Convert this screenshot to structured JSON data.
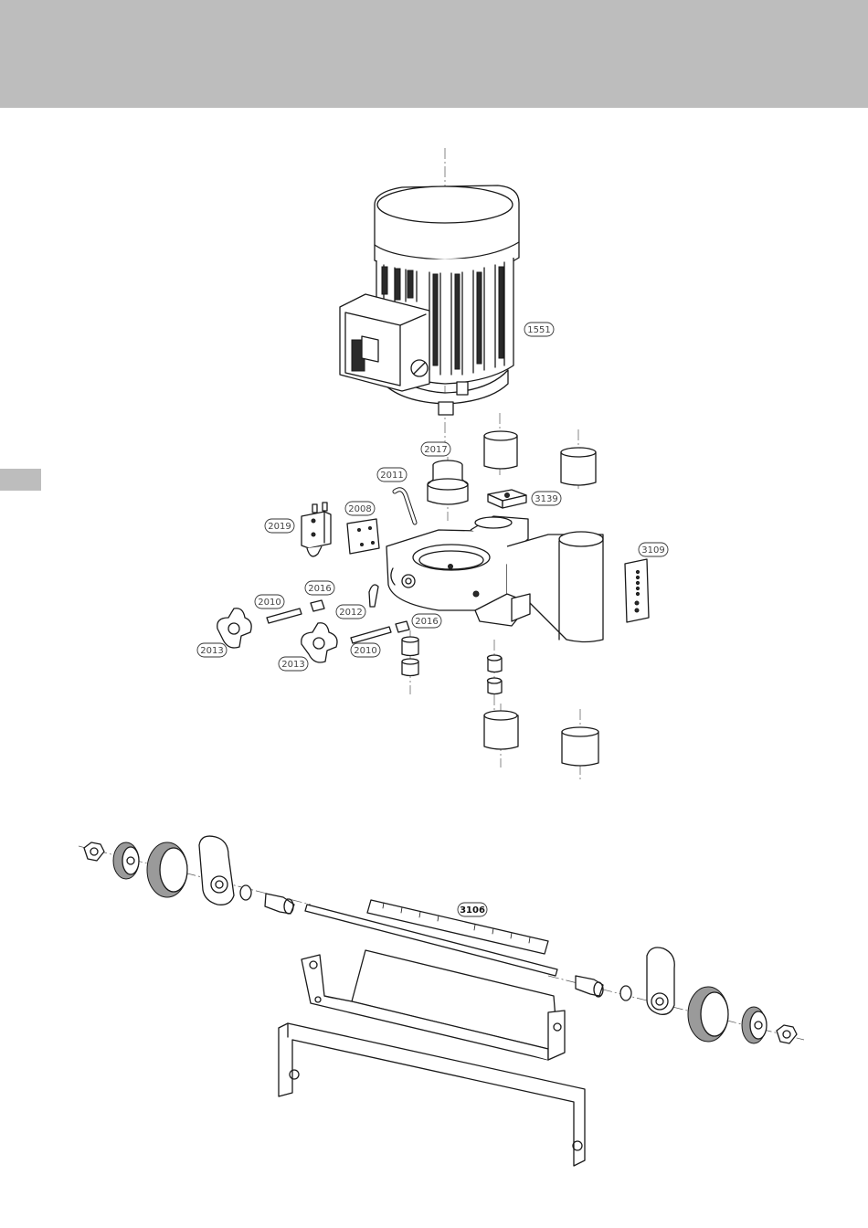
{
  "part_labels": {
    "motor": "1551",
    "hub": "2017",
    "bent_pin": "2011",
    "plate": "2008",
    "block": "2019",
    "lever_upper": "2016",
    "lever_lower": "2016",
    "screw_upper": "2010",
    "screw_lower": "2010",
    "clip": "2012",
    "knob_left": "2013",
    "knob_right": "2013",
    "nut_block": "3139",
    "label_plate": "3109",
    "scale": "3106"
  },
  "colors": {
    "header": "#bdbdbd",
    "line": "#1a1a1a"
  }
}
